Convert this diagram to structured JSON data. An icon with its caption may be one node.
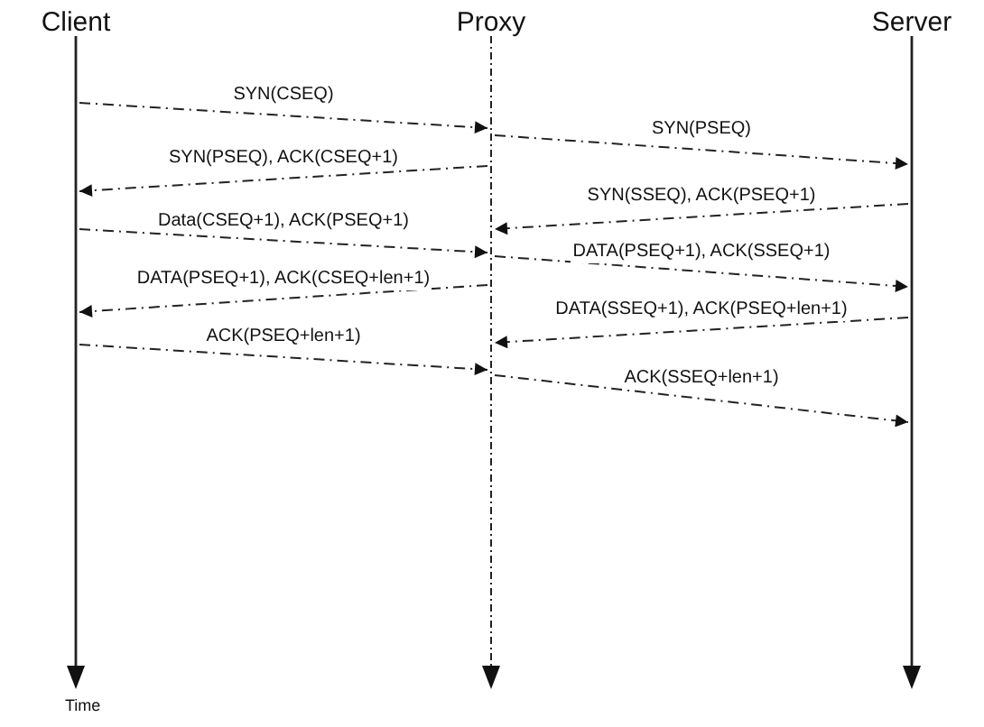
{
  "diagram": {
    "nodes": [
      {
        "text": [
          "Client"
        ]
      },
      {
        "text": [
          "Proxy"
        ]
      },
      {
        "text": [
          "Server"
        ]
      }
    ],
    "edges": [
      {
        "from": 0,
        "to": 1,
        "arrow": "to",
        "label": "SYN(CSEQ)",
        "style": "dashed"
      },
      {
        "from": 1,
        "to": 0,
        "arrow": "to",
        "label": "SYN(PSEQ), ACK(CSEQ+1)",
        "style": "dashed"
      },
      {
        "from": 0,
        "to": 1,
        "arrow": "to",
        "label": "Data(CSEQ+1), ACK(PSEQ+1)",
        "style": "dashed"
      },
      {
        "from": 1,
        "to": 0,
        "arrow": "to",
        "label": "DATA(PSEQ+1), ACK(CSEQ+len+1)",
        "style": "dashed"
      },
      {
        "from": 0,
        "to": 1,
        "arrow": "to",
        "label": "ACK(PSEQ+len+1)",
        "style": "dashed"
      },
      {
        "from": 1,
        "to": 2,
        "arrow": "to",
        "label": "SYN(PSEQ)",
        "style": "dashed"
      },
      {
        "from": 2,
        "to": 1,
        "arrow": "to",
        "label": "SYN(SSEQ), ACK(PSEQ+1)",
        "style": "dashed"
      },
      {
        "from": 1,
        "to": 2,
        "arrow": "to",
        "label": "DATA(PSEQ+1), ACK(SSEQ+1)",
        "style": "dashed"
      },
      {
        "from": 2,
        "to": 1,
        "arrow": "to",
        "label": "DATA(SSEQ+1), ACK(PSEQ+len+1)",
        "style": "dashed"
      },
      {
        "from": 1,
        "to": 2,
        "arrow": "to",
        "label": "ACK(SSEQ+len+1)",
        "style": "dashed"
      }
    ],
    "labels": [
      "Time"
    ]
  }
}
